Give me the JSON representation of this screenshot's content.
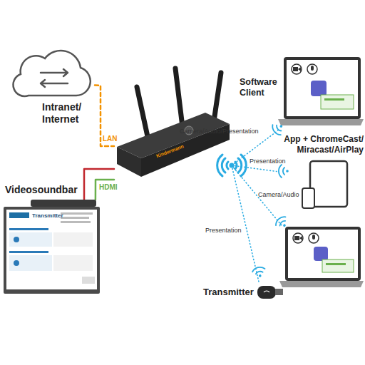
{
  "diagram": {
    "nodes": [
      {
        "text": [
          "Intranet/ Internet"
        ]
      },
      {
        "text": [
          "Kindermann"
        ]
      },
      {
        "text": [
          "Videosoundbar",
          "Transmitter"
        ]
      },
      {
        "text": [
          "Software Client"
        ]
      },
      {
        "text": [
          "App + ChromeCast/ Miracast/AirPlay"
        ]
      },
      {
        "text": [
          "Transmitter"
        ]
      }
    ],
    "edges": [
      {
        "from": 0,
        "to": 1,
        "arrow": "none",
        "label": "LAN"
      },
      {
        "from": 1,
        "to": 2,
        "arrow": "none"
      },
      {
        "from": 1,
        "to": 2,
        "arrow": "none",
        "label": "HDMI"
      },
      {
        "from": 1,
        "to": 3,
        "arrow": "none",
        "label": "Camera/Audio/Presentation"
      },
      {
        "from": 1,
        "to": 4,
        "arrow": "none",
        "label": "Presentation"
      },
      {
        "from": 1,
        "to": 5,
        "arrow": "none",
        "label": "Presentation"
      }
    ],
    "labels": [
      "Camera/Audio"
    ]
  }
}
